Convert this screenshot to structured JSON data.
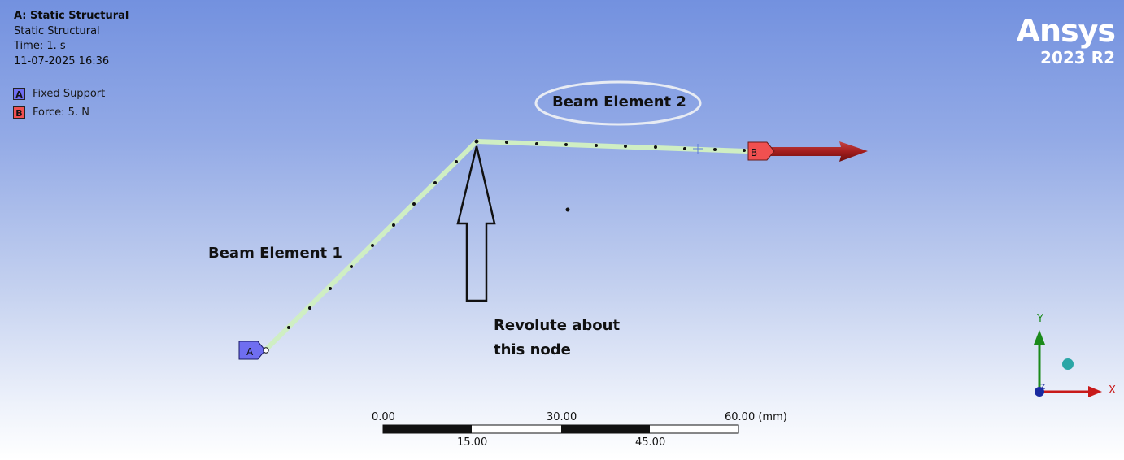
{
  "info": {
    "title": "A: Static Structural",
    "analysis_type": "Static Structural",
    "time": "Time: 1. s",
    "timestamp": "11-07-2025 16:36"
  },
  "legend": {
    "items": [
      {
        "letter": "A",
        "label": "Fixed Support",
        "color": "#6f6ef0"
      },
      {
        "letter": "B",
        "label": "Force: 5. N",
        "color": "#f05050"
      }
    ]
  },
  "brand": {
    "name": "Ansys",
    "version": "2023 R2"
  },
  "annotations": {
    "beam1": "Beam Element 1",
    "beam2": "Beam Element 2",
    "revolute_line1": "Revolute about",
    "revolute_line2": "this node"
  },
  "markers": {
    "fixed_support": "A",
    "force": "B"
  },
  "scale_bar": {
    "top_labels": [
      "0.00",
      "30.00",
      "60.00 (mm)"
    ],
    "bottom_labels": [
      "15.00",
      "45.00"
    ]
  },
  "triad": {
    "x_label": "X",
    "y_label": "Y",
    "z_label": "Z"
  },
  "colors": {
    "beam": "#cfeec3",
    "support": "#6f6ef0",
    "force_marker": "#f05050",
    "force_arrow": "#a31d1d",
    "x_axis": "#c81a1a",
    "y_axis": "#1a8a1a",
    "z_axis": "#1a2aa0"
  }
}
